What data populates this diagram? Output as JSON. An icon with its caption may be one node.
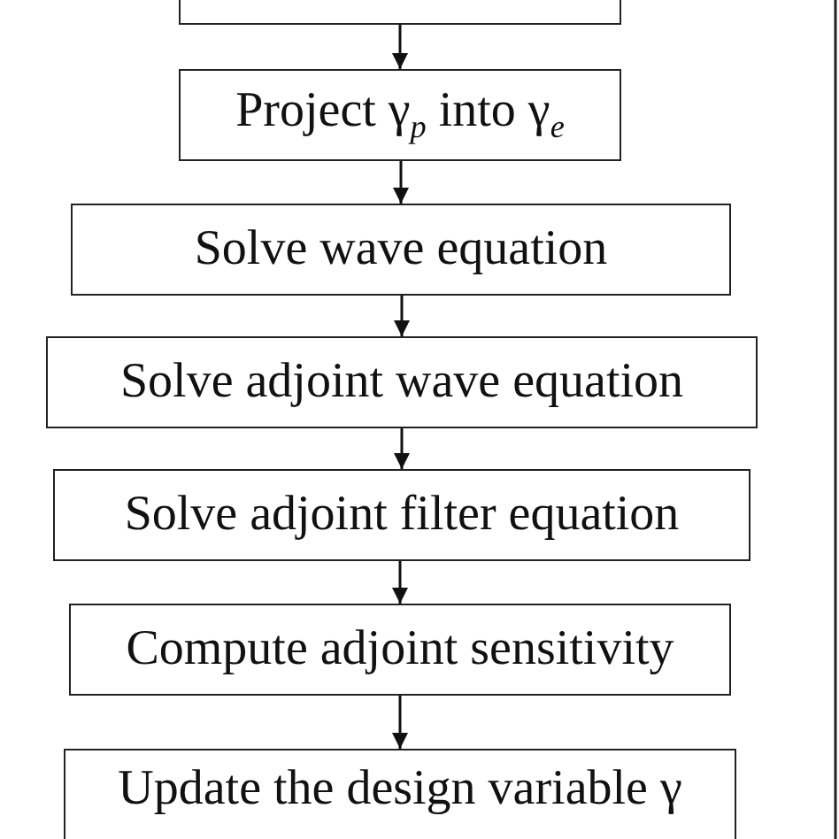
{
  "diagram": {
    "nodes": [
      {
        "text": [],
        "shape": "box"
      },
      {
        "text": [
          "Project γ$_{p}$ into γ$_{e}$"
        ]
      },
      {
        "text": [
          "Solve wave equation"
        ]
      },
      {
        "text": [
          "Solve adjoint wave equation"
        ]
      },
      {
        "text": [
          "Solve adjoint filter equation"
        ]
      },
      {
        "text": [
          "Compute adjoint sensitivity"
        ]
      },
      {
        "text": [
          "Update the design variable γ"
        ]
      }
    ],
    "edges": [
      {
        "from": 0,
        "to": 1,
        "arrow": "to"
      },
      {
        "from": 1,
        "to": 2,
        "arrow": "to"
      },
      {
        "from": 2,
        "to": 3,
        "arrow": "to"
      },
      {
        "from": 3,
        "to": 4,
        "arrow": "to"
      },
      {
        "from": 4,
        "to": 5,
        "arrow": "to"
      },
      {
        "from": 5,
        "to": 6,
        "arrow": "to"
      }
    ]
  }
}
